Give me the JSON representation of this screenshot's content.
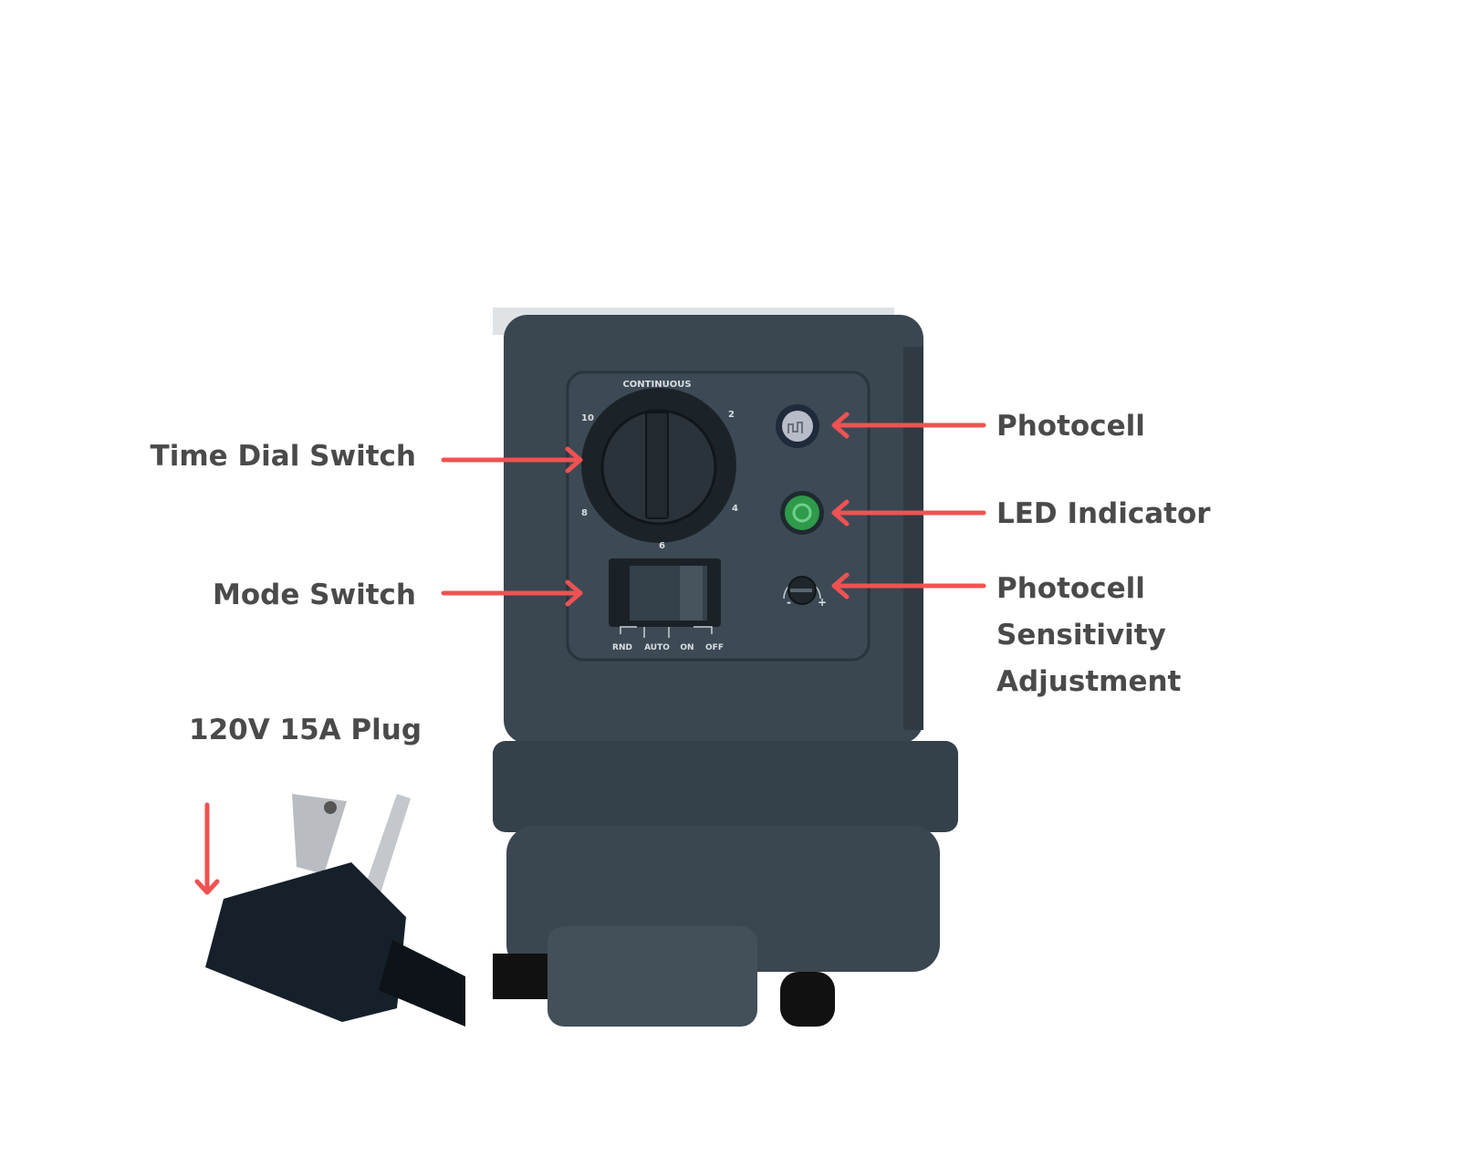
{
  "callouts": {
    "time_dial_switch": "Time Dial Switch",
    "mode_switch": "Mode Switch",
    "plug": "120V 15A Plug",
    "photocell": "Photocell",
    "led_indicator": "LED Indicator",
    "sensitivity": [
      "Photocell",
      "Sensitivity",
      "Adjustment"
    ]
  },
  "device": {
    "dial_title": "CONTINUOUS",
    "dial_marks": [
      "10",
      "2",
      "4",
      "6",
      "8"
    ],
    "mode_positions": [
      "RND",
      "AUTO",
      "ON",
      "OFF"
    ],
    "sensitivity_marks": [
      "-",
      "+"
    ]
  },
  "colors": {
    "arrow": "#f05252",
    "body": "#3a4650",
    "led": "#2e9a4a",
    "text": "#4a4a4a"
  }
}
